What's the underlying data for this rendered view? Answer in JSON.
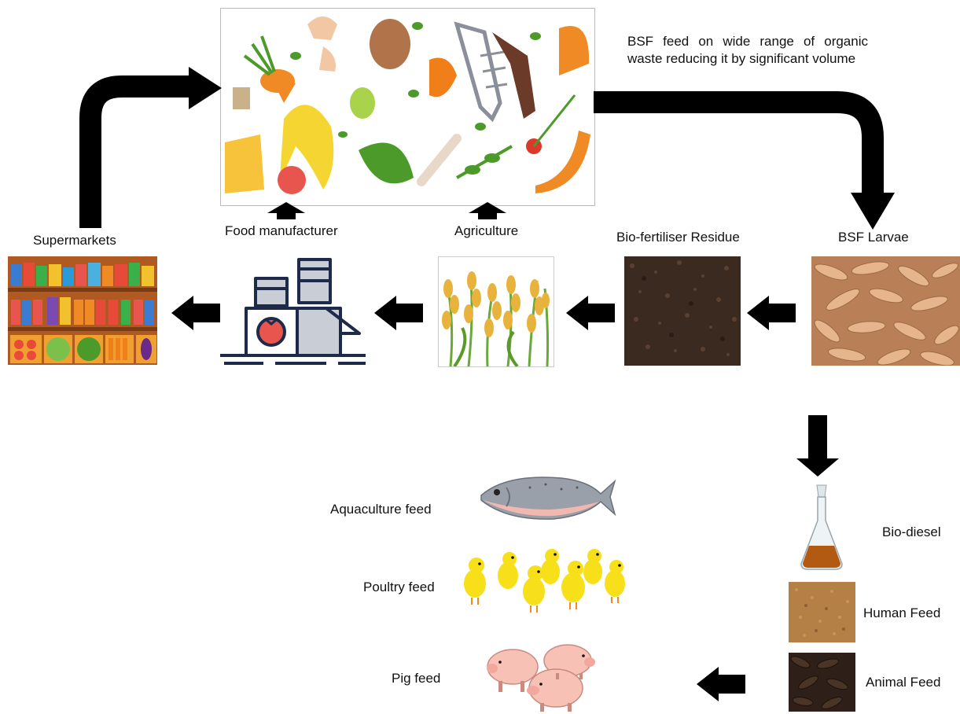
{
  "note": "BSF feed on wide range of organic waste reducing it by significant volume",
  "sources": {
    "food_manufacturer": "Food manufacturer",
    "agriculture": "Agriculture"
  },
  "chain": {
    "supermarkets": "Supermarkets",
    "bio_fertiliser": "Bio-fertiliser Residue",
    "bsf_larvae": "BSF Larvae"
  },
  "products": {
    "bio_diesel": "Bio-diesel",
    "human_feed": "Human Feed",
    "animal_feed": "Animal Feed"
  },
  "uses": {
    "aquaculture": "Aquaculture feed",
    "poultry": "Poultry feed",
    "pig": "Pig feed"
  },
  "colors": {
    "arrow": "#000000",
    "carrot": "#f08a24",
    "leaf": "#4c9a2a",
    "soil": "#3b2a1f",
    "larvae": "#d9a57a",
    "grain": "#e8b33c",
    "factory": "#1e2a4a",
    "tomato": "#e8554e",
    "fish": "#8a8f99",
    "chick": "#f7e01a",
    "pig": "#f7c1b6",
    "oil": "#b35a12"
  },
  "icons": [
    "food-waste-collage",
    "supermarket-shelves-icon",
    "factory-icon",
    "wheat-icon",
    "soil-texture",
    "larvae-texture",
    "flask-icon",
    "fish-icon",
    "chick-icon",
    "pig-icon"
  ]
}
